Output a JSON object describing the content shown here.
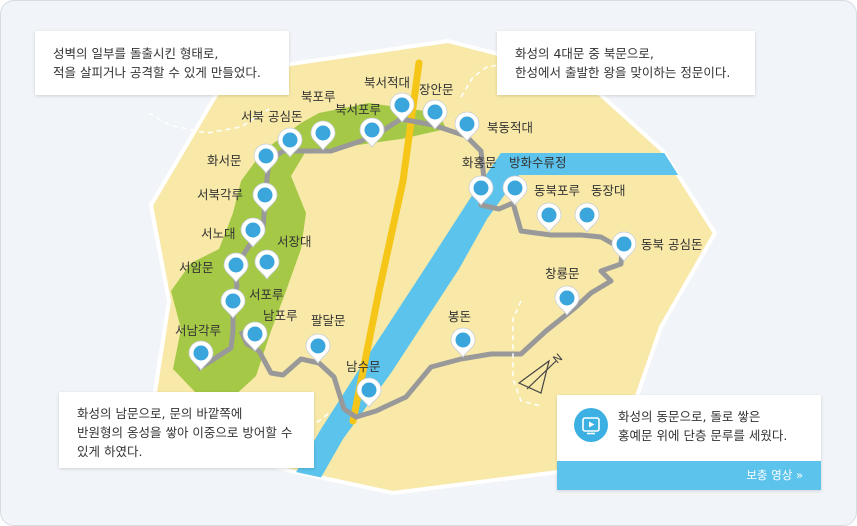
{
  "map": {
    "labels": {
      "bukseojeokdae": "북서적대",
      "janganmun": "장안문",
      "bukporu": "북포루",
      "bukseoporu": "북서포루",
      "bukdongjeokdae": "북동적대",
      "bukbuk_gongsimdon": "서북 공심돈",
      "hwaseomun": "화서문",
      "hwahongmun": "화홍문",
      "banghwasuryujeong": "방화수류정",
      "seobukgangnu": "서북각루",
      "dongbukporu": "동북포루",
      "dongjangdae": "동장대",
      "seonodae": "서노대",
      "seojangdae": "서장대",
      "dongbuk_gongsimdon": "동북 공심돈",
      "seoammun": "서암문",
      "changnyongmun": "창룡문",
      "seoporu": "서포루",
      "namporu": "남포루",
      "paldalmun": "팔달문",
      "bongdon": "봉돈",
      "seonamgangnu": "서남각루",
      "namsumun": "남수문"
    },
    "compass_label": "N",
    "colors": {
      "land": "#f8e9a8",
      "land_border": "#ffffff",
      "forest": "#a6c847",
      "river": "#5bc3ec",
      "road": "#f5c518",
      "wall": "#999999",
      "marker": "#3ba6dc"
    }
  },
  "callouts": {
    "northwest": {
      "line1": "성벽의 일부를 돌출시킨 형태로,",
      "line2": "적을 살피거나 공격할 수 있게 만들었다."
    },
    "north": {
      "line1": "화성의 4대문 중 북문으로,",
      "line2": "한성에서 출발한 왕을 맞이하는 정문이다."
    },
    "south": {
      "line1": "화성의 남문으로, 문의 바깥쪽에",
      "line2": "반원형의 옹성을 쌓아 이중으로 방어할 수",
      "line3": "있게 하였다."
    },
    "east": {
      "line1": "화성의 동문으로, 돌로 쌓은",
      "line2": "홍예문 위에 단층 문루를 세웠다.",
      "button": "보충 영상 »",
      "icon": "video-play-icon"
    }
  }
}
